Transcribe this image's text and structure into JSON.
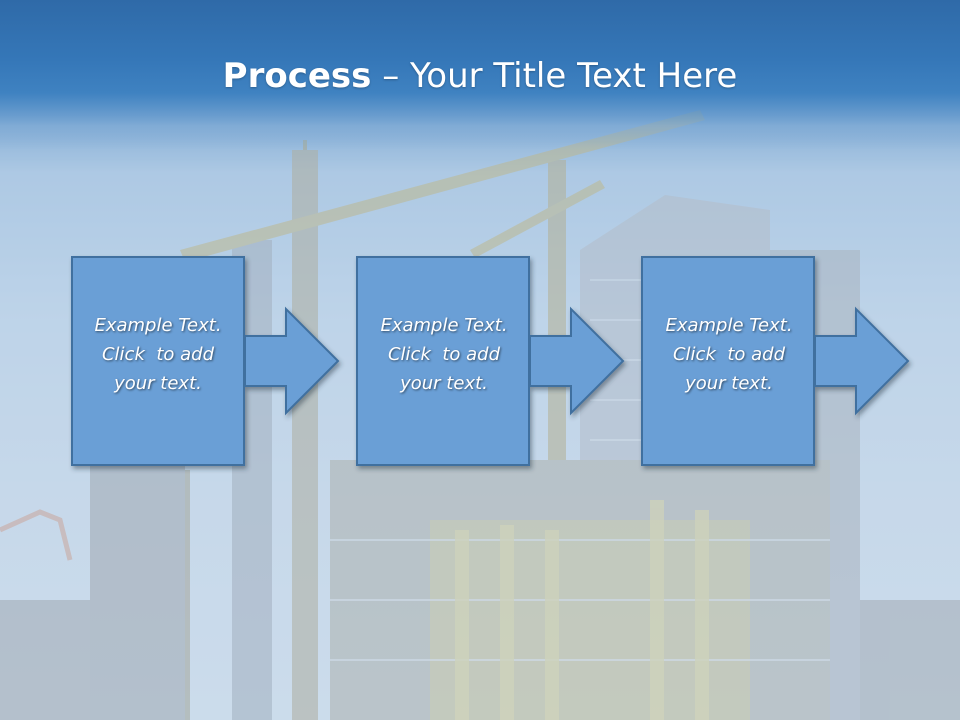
{
  "slide": {
    "title_bold": "Process",
    "title_dash": " – ",
    "title_rest": "Your Title Text Here"
  },
  "steps": [
    {
      "line1": "Example Text.",
      "line2": "Click  to add",
      "line3": "your text."
    },
    {
      "line1": "Example Text.",
      "line2": "Click  to add",
      "line3": "your text."
    },
    {
      "line1": "Example Text.",
      "line2": "Click  to add",
      "line3": "your text."
    }
  ],
  "colors": {
    "header": "#3577b8",
    "step_fill": "#6b9fd6",
    "step_border": "#3f6f9f"
  }
}
